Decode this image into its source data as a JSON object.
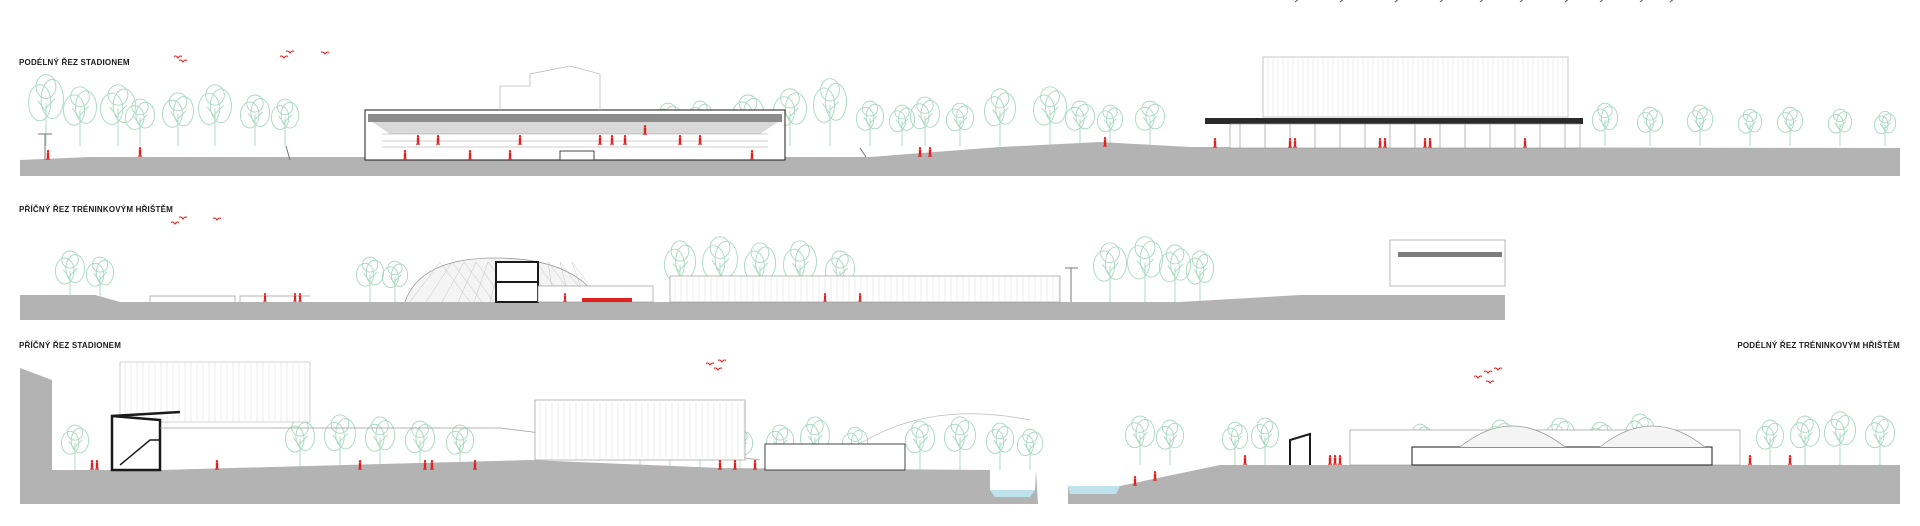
{
  "sections": [
    {
      "id": "longitudinal-stadium",
      "title": "PODÉLNÝ ŘEZ STADIONEM"
    },
    {
      "id": "cross-training-pitch",
      "title": "PŘÍČNÝ ŘEZ TRÉNINKOVÝM HŘIŠTĚM"
    },
    {
      "id": "cross-stadium",
      "title": "PŘÍČNÝ ŘEZ STADIONEM"
    },
    {
      "id": "longitudinal-training-pitch",
      "title": "PODÉLNÝ ŘEZ TRÉNINKOVÝM HŘIŠTĚM"
    }
  ],
  "colors": {
    "ground": "#b3b3b3",
    "tree": "#a8d8bf",
    "figure": "#e0201e",
    "line": "#1a1a1a",
    "building_line": "#8a8a8a",
    "water": "#bfe3ee"
  }
}
